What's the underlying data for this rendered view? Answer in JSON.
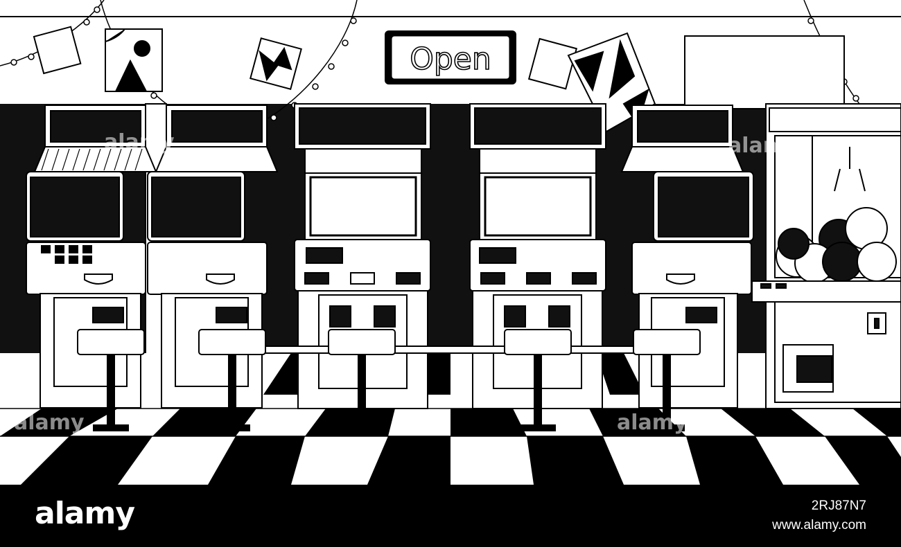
{
  "scene": {
    "sign_text": "Open",
    "watermark_text": "alamy",
    "palette": {
      "ink": "#000000",
      "paper": "#ffffff",
      "shadow": "#1a1a1a"
    },
    "objects": [
      "string-lights",
      "wall-art",
      "open-sign",
      "arcade-cabinet",
      "bar-stool",
      "claw-machine",
      "checkered-floor"
    ],
    "arcade_cabinet_count": 5,
    "stool_count": 5
  },
  "footer": {
    "logo": "alamy",
    "image_id": "2RJ87N7",
    "site": "www.alamy.com"
  }
}
